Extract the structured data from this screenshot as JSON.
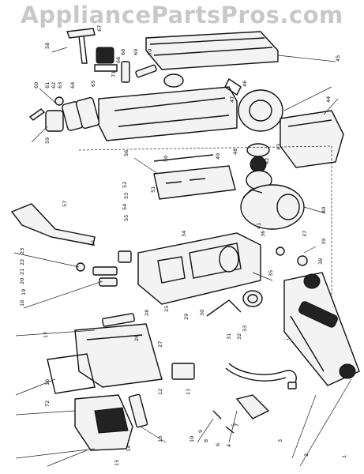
{
  "watermark": "AppliancePartsPros.com",
  "callouts": [
    "1",
    "2",
    "3",
    "4",
    "5",
    "6",
    "7",
    "8",
    "9",
    "10",
    "11",
    "12",
    "13",
    "14",
    "15",
    "16",
    "17",
    "18",
    "19",
    "20",
    "21",
    "22",
    "23",
    "24",
    "25",
    "26",
    "27",
    "28",
    "29",
    "30",
    "31",
    "32",
    "33",
    "34",
    "35",
    "36",
    "37",
    "38",
    "39",
    "40",
    "41",
    "42",
    "43",
    "44",
    "45",
    "46",
    "47",
    "48",
    "49",
    "50",
    "51",
    "52",
    "53",
    "54",
    "55",
    "56",
    "57",
    "58",
    "59",
    "60",
    "61",
    "62",
    "63",
    "64",
    "65",
    "66",
    "67",
    "68",
    "69",
    "70",
    "71",
    "72"
  ]
}
